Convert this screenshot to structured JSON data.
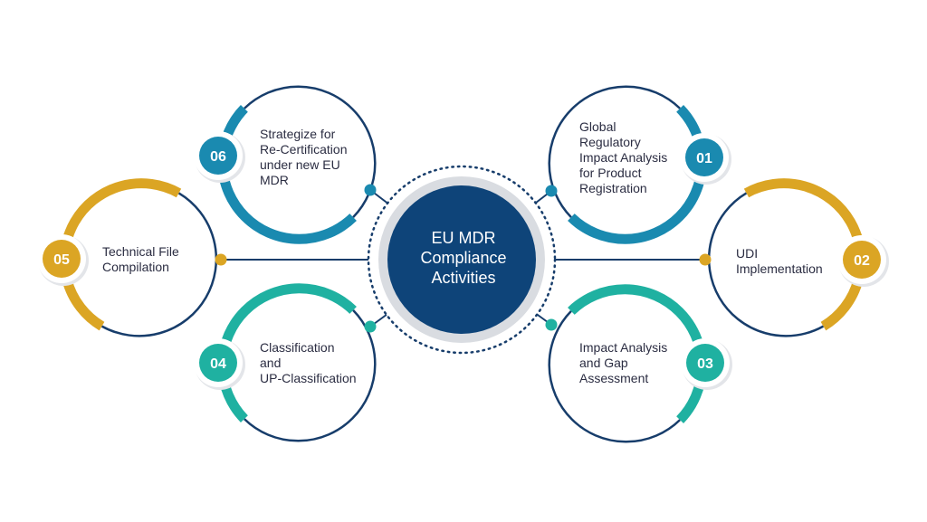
{
  "center": {
    "lines": [
      "EU MDR",
      "Compliance",
      "Activities"
    ],
    "color": "#0e4479"
  },
  "colors": {
    "blue": "#1a8ab0",
    "gold": "#dba524",
    "teal": "#1fb1a1",
    "navy": "#173d6b",
    "text": "#2b2d42"
  },
  "steps": [
    {
      "id": "01",
      "number": "01",
      "lines": [
        "Global",
        "Regulatory",
        "Impact Analysis",
        "for Product",
        "Registration"
      ],
      "color": "#1a8ab0"
    },
    {
      "id": "02",
      "number": "02",
      "lines": [
        "UDI",
        "Implementation"
      ],
      "color": "#dba524"
    },
    {
      "id": "03",
      "number": "03",
      "lines": [
        "Impact Analysis",
        "and Gap",
        "Assessment"
      ],
      "color": "#1fb1a1"
    },
    {
      "id": "04",
      "number": "04",
      "lines": [
        "Classification",
        "and",
        "UP-Classification"
      ],
      "color": "#1fb1a1"
    },
    {
      "id": "05",
      "number": "05",
      "lines": [
        "Technical File",
        "Compilation"
      ],
      "color": "#dba524"
    },
    {
      "id": "06",
      "number": "06",
      "lines": [
        "Strategize for",
        "Re-Certification",
        "under new EU",
        "MDR"
      ],
      "color": "#1a8ab0"
    }
  ]
}
